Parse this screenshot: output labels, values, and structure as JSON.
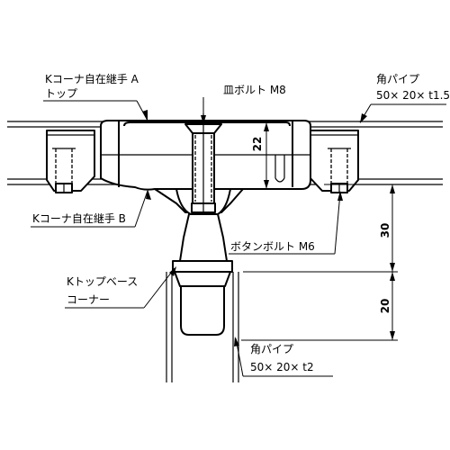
{
  "labels": {
    "k_corner_joint_a_line1": "Kコーナ自在継手 A",
    "k_corner_joint_a_line2": "トップ",
    "dish_bolt": "皿ボルト M8",
    "square_pipe_top_line1": "角パイプ",
    "square_pipe_top_line2": "50× 20× t1.5",
    "k_corner_joint_b": "Kコーナ自在継手 B",
    "button_bolt": "ボタンボルト M6",
    "k_top_base_line1": "Kトップベース",
    "k_top_base_line2": "コーナー",
    "square_pipe_bottom_line1": "角パイプ",
    "square_pipe_bottom_line2": "50× 20× t2"
  },
  "dimensions": {
    "joint_height": "22",
    "upper_offset": "30",
    "lower_offset": "20"
  }
}
